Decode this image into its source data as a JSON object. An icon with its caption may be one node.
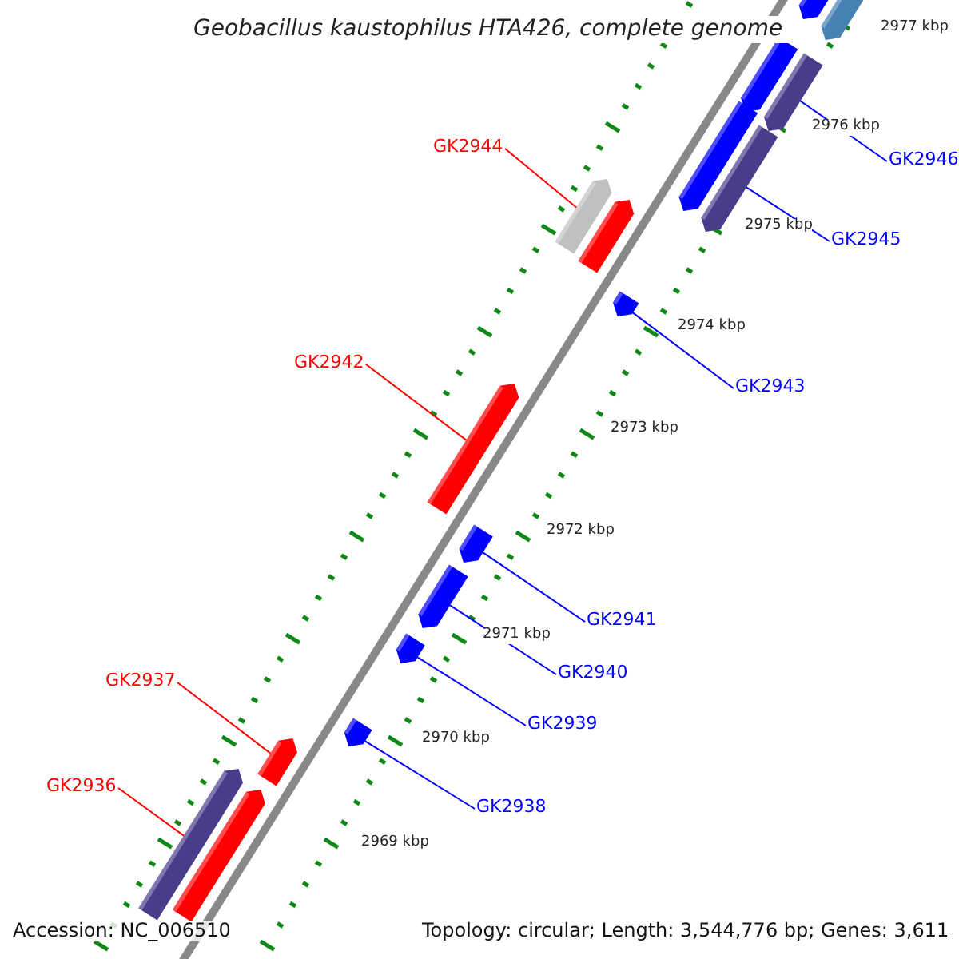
{
  "diagram": {
    "title": "Geobacillus kaustophilus HTA426, complete genome",
    "nodes": [
      {
        "text": [
          "GK2944"
        ]
      },
      {
        "text": [
          "GK2946"
        ]
      },
      {
        "text": [
          "GK2945"
        ]
      },
      {
        "text": [
          "GK2942"
        ]
      },
      {
        "text": [
          "GK2943"
        ]
      },
      {
        "text": [
          "GK2941"
        ]
      },
      {
        "text": [
          "GK2940"
        ]
      },
      {
        "text": [
          "GK2937"
        ]
      },
      {
        "text": [
          "GK2939"
        ]
      },
      {
        "text": [
          "GK2936"
        ]
      },
      {
        "text": [
          "GK2938"
        ]
      },
      {
        "text": [],
        "shape": "bar"
      },
      {
        "text": [],
        "shape": "bar"
      },
      {
        "text": [],
        "shape": "bar"
      },
      {
        "text": [],
        "shape": "bar"
      },
      {
        "text": [],
        "shape": "bar"
      },
      {
        "text": [],
        "shape": "bar"
      },
      {
        "text": [],
        "shape": "bar"
      },
      {
        "text": [],
        "shape": "bar"
      },
      {
        "text": [],
        "shape": "bar"
      },
      {
        "text": [],
        "shape": "bar"
      },
      {
        "text": [],
        "shape": "bar"
      },
      {
        "text": [],
        "shape": "bar"
      },
      {
        "text": [],
        "shape": "bar"
      },
      {
        "text": [],
        "shape": "bar"
      },
      {
        "text": [],
        "shape": "bar"
      },
      {
        "text": [],
        "shape": "bar"
      },
      {
        "text": [],
        "shape": "bar"
      }
    ],
    "edges": [
      {
        "from": 0,
        "to": 17,
        "arrow": "none",
        "color": "#ff0000"
      },
      {
        "from": 1,
        "to": 14,
        "arrow": "none"
      },
      {
        "from": 2,
        "to": 16,
        "arrow": "none"
      },
      {
        "from": 3,
        "to": 20,
        "arrow": "none",
        "color": "#ff0000"
      },
      {
        "from": 4,
        "to": 19,
        "arrow": "none"
      },
      {
        "from": 5,
        "to": 21,
        "arrow": "none"
      },
      {
        "from": 6,
        "to": 22,
        "arrow": "none"
      },
      {
        "from": 7,
        "to": 25,
        "arrow": "none",
        "color": "#ff0000"
      },
      {
        "from": 8,
        "to": 23,
        "arrow": "none"
      },
      {
        "from": 9,
        "to": 26,
        "arrow": "none",
        "color": "#ff0000"
      },
      {
        "from": 10,
        "to": 24,
        "arrow": "none"
      }
    ],
    "labels": [
      "2977 kbp",
      "2976 kbp",
      "2975 kbp",
      "2974 kbp",
      "2973 kbp",
      "2972 kbp",
      "2971 kbp",
      "2970 kbp",
      "2969 kbp",
      "Accession: NC_006510",
      "Topology: circular; Length: 3,544,776 bp; Genes: 3,611"
    ]
  }
}
